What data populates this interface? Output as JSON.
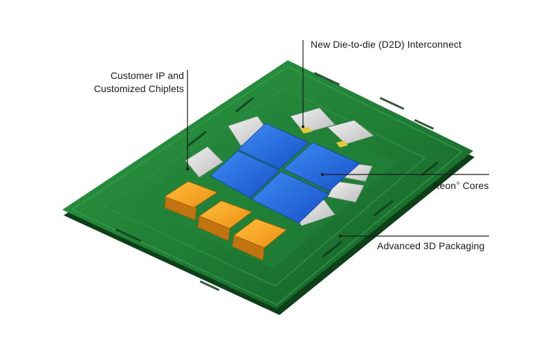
{
  "callouts": {
    "customer_ip": {
      "line1": "Customer IP and",
      "line2": "Customized Chiplets"
    },
    "d2d": {
      "text": "New Die-to-die (D2D) Interconnect"
    },
    "xeon": {
      "name": "Xeon",
      "mark": "®",
      "suffix": "Cores"
    },
    "packaging": {
      "text": "Advanced 3D Packaging"
    }
  },
  "colors": {
    "substrate": "#1e7a33",
    "compute_tile": "#1f63d6",
    "chiplet": "#f0a21c",
    "io_die": "#dcdcdc",
    "d2d_bridge": "#e2c93a",
    "leader_line": "#1a1a1a"
  }
}
